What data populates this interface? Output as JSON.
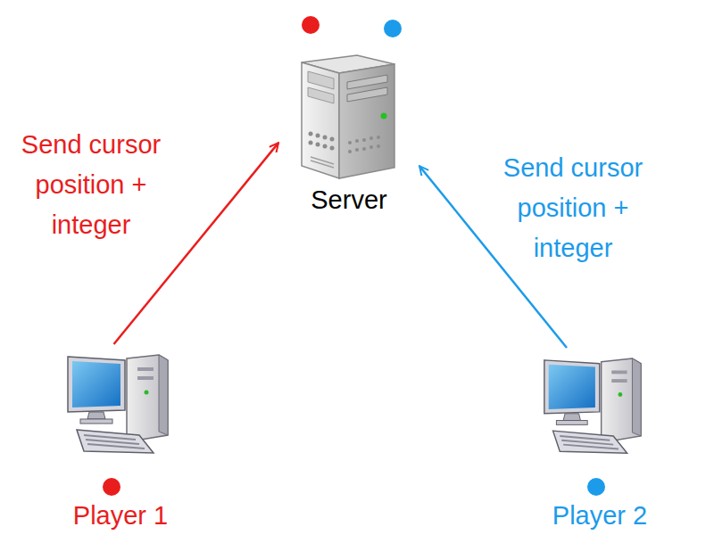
{
  "diagram": {
    "nodes": [
      {
        "text": [
          "Server"
        ]
      },
      {
        "text": [
          "Player 1"
        ]
      },
      {
        "text": [
          "Player 2"
        ]
      }
    ],
    "edges": [
      {
        "from": 1,
        "to": 0,
        "label": "Send cursor position + integer",
        "arrow": "to"
      },
      {
        "from": 2,
        "to": 0,
        "label": "Send cursor position + integer",
        "arrow": "to"
      }
    ]
  }
}
